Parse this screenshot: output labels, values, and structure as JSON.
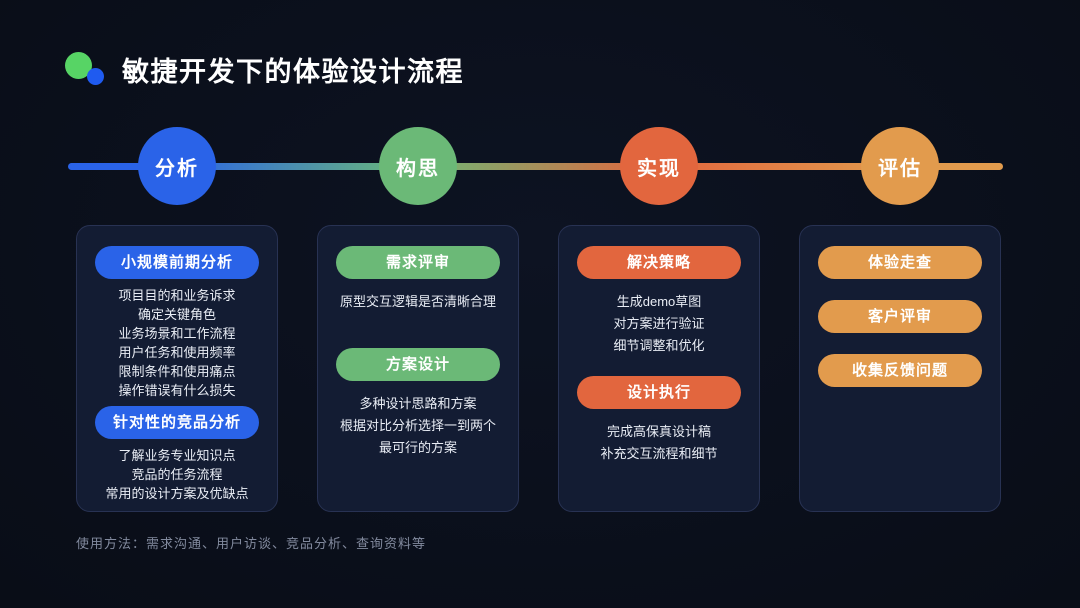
{
  "header": {
    "title": "敏捷开发下的体验设计流程"
  },
  "footer": {
    "text": "使用方法：需求沟通、用户访谈、竞品分析、查询资料等"
  },
  "colors": {
    "background": "#0A0E1A",
    "card_bg": "#131C33",
    "card_border": "#283253",
    "blue": "#2A63E8",
    "green": "#6BB977",
    "orange": "#E2663E",
    "amber": "#E29B4D",
    "logo_green": "#57D465",
    "logo_blue": "#1F5BF0",
    "text_title": "#FFFFFF",
    "text_list": "#E9EDF5",
    "text_footer": "#828A9E"
  },
  "timeline": {
    "stages": [
      {
        "id": "analysis",
        "label": "分析",
        "color_key": "blue"
      },
      {
        "id": "ideation",
        "label": "构思",
        "color_key": "green"
      },
      {
        "id": "implementation",
        "label": "实现",
        "color_key": "orange"
      },
      {
        "id": "evaluation",
        "label": "评估",
        "color_key": "amber"
      }
    ]
  },
  "columns": [
    {
      "id": "analysis",
      "accent": "blue",
      "blocks": [
        {
          "type": "pill",
          "label": "小规模前期分析"
        },
        {
          "type": "list",
          "lines": [
            "项目目的和业务诉求",
            "确定关键角色",
            "业务场景和工作流程",
            "用户任务和使用频率",
            "限制条件和使用痛点",
            "操作错误有什么损失"
          ]
        },
        {
          "type": "pill",
          "label": "针对性的竞品分析"
        },
        {
          "type": "list",
          "lines": [
            "了解业务专业知识点",
            "竞品的任务流程",
            "常用的设计方案及优缺点"
          ]
        }
      ]
    },
    {
      "id": "ideation",
      "accent": "green",
      "blocks": [
        {
          "type": "pill",
          "label": "需求评审"
        },
        {
          "type": "list",
          "lines": [
            "原型交互逻辑是否清晰合理"
          ]
        },
        {
          "type": "pill",
          "label": "方案设计"
        },
        {
          "type": "list",
          "lines": [
            "多种设计思路和方案",
            "根据对比分析选择一到两个",
            "最可行的方案"
          ]
        }
      ]
    },
    {
      "id": "implementation",
      "accent": "orange",
      "blocks": [
        {
          "type": "pill",
          "label": "解决策略"
        },
        {
          "type": "list",
          "lines": [
            "生成demo草图",
            "对方案进行验证",
            "细节调整和优化"
          ]
        },
        {
          "type": "pill",
          "label": "设计执行"
        },
        {
          "type": "list",
          "lines": [
            "完成高保真设计稿",
            "补充交互流程和细节"
          ]
        }
      ]
    },
    {
      "id": "evaluation",
      "accent": "amber",
      "blocks": [
        {
          "type": "pill",
          "label": "体验走查"
        },
        {
          "type": "pill",
          "label": "客户评审"
        },
        {
          "type": "pill",
          "label": "收集反馈问题"
        }
      ]
    }
  ]
}
